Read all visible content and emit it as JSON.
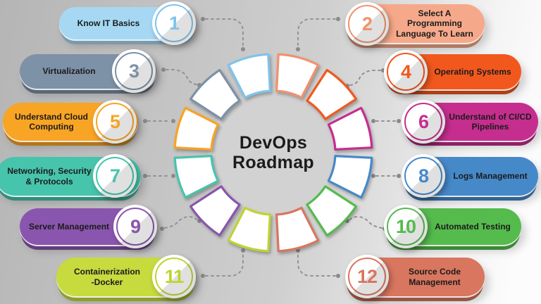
{
  "center_title": "DevOps\nRoadmap",
  "items": [
    {
      "num": "1",
      "label": "Know IT Basics",
      "pill": "#A6D8F3",
      "accent": "#7FC3EC"
    },
    {
      "num": "2",
      "label": "Select A\nProgramming\nLanguage To Learn",
      "pill": "#F6A98A",
      "accent": "#F0926E"
    },
    {
      "num": "3",
      "label": "Virtualization",
      "pill": "#7D91A7",
      "accent": "#7D91A7"
    },
    {
      "num": "4",
      "label": "Operating Systems",
      "pill": "#F2581E",
      "accent": "#F2581E"
    },
    {
      "num": "5",
      "label": "Understand Cloud\nComputing",
      "pill": "#F8A424",
      "accent": "#F8A424"
    },
    {
      "num": "6",
      "label": "Understand of CI/CD\nPipelines",
      "pill": "#C52E8F",
      "accent": "#C52E8F"
    },
    {
      "num": "7",
      "label": "Networking, Security\n& Protocols",
      "pill": "#47C4AC",
      "accent": "#47C4AC"
    },
    {
      "num": "8",
      "label": "Logs Management",
      "pill": "#4689C9",
      "accent": "#4689C9"
    },
    {
      "num": "9",
      "label": "Server Management",
      "pill": "#8A55AE",
      "accent": "#8A55AE"
    },
    {
      "num": "10",
      "label": "Automated Testing",
      "pill": "#55BB4D",
      "accent": "#55BB4D"
    },
    {
      "num": "11",
      "label": "Containerization\n-Docker",
      "pill": "#C7DB3E",
      "accent": "#BFD431"
    },
    {
      "num": "12",
      "label": "Source Code\nManagement",
      "pill": "#D8765F",
      "accent": "#D8765F"
    }
  ],
  "ring": {
    "segment_order": [
      "2",
      "4",
      "6",
      "8",
      "10",
      "12",
      "11",
      "9",
      "7",
      "5",
      "3",
      "1"
    ],
    "hole_color": "#d2d2d2",
    "segment_fill": "#ffffff"
  },
  "colors": {
    "background_left": "#b5b5b5",
    "background_right": "#fcfcfc",
    "text": "#1b1b1b",
    "connector": "#939393"
  }
}
